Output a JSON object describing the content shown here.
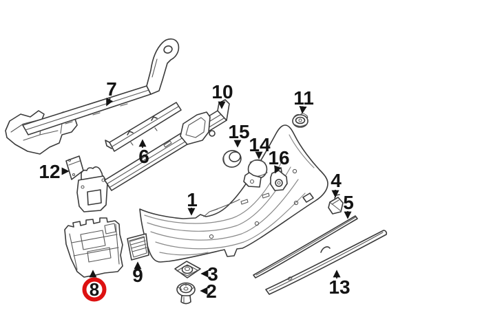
{
  "diagram": {
    "background_color": "#ffffff",
    "line_color": "#3a3a3a",
    "callout_text_color": "#141414",
    "callouts": [
      {
        "label": "1",
        "highlighted": false
      },
      {
        "label": "2",
        "highlighted": false
      },
      {
        "label": "3",
        "highlighted": false
      },
      {
        "label": "4",
        "highlighted": false
      },
      {
        "label": "5",
        "highlighted": false
      },
      {
        "label": "6",
        "highlighted": false
      },
      {
        "label": "7",
        "highlighted": false
      },
      {
        "label": "8",
        "highlighted": true
      },
      {
        "label": "9",
        "highlighted": false
      },
      {
        "label": "10",
        "highlighted": false
      },
      {
        "label": "11",
        "highlighted": false
      },
      {
        "label": "12",
        "highlighted": false
      },
      {
        "label": "13",
        "highlighted": false
      },
      {
        "label": "14",
        "highlighted": false
      },
      {
        "label": "15",
        "highlighted": false
      },
      {
        "label": "16",
        "highlighted": false
      }
    ],
    "highlight": {
      "label": "8",
      "ring_color": "#dd1111",
      "ring_fill": "#ffffff"
    }
  }
}
